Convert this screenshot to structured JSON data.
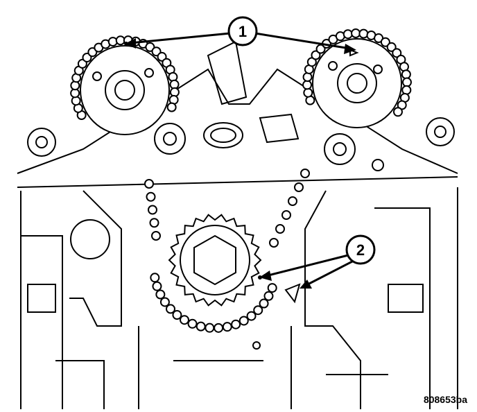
{
  "figure_id": "808653ba",
  "callouts": [
    {
      "number": "1",
      "meaning": ""
    },
    {
      "number": "2",
      "meaning": ""
    }
  ]
}
